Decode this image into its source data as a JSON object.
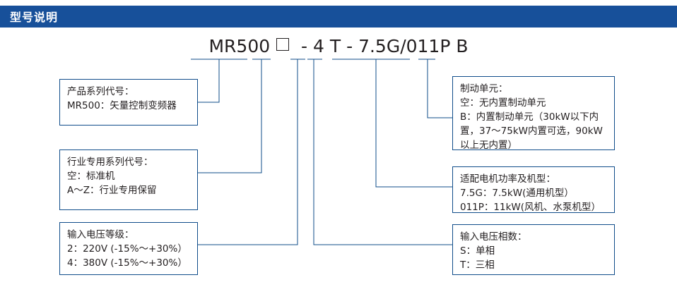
{
  "header": {
    "title": "型号说明",
    "background_color": "#17509A",
    "text_color": "#FFFFFF"
  },
  "line_color": "#0F4C8A",
  "model": {
    "full_string": "MR500 □ - 4 T - 7.5G/011P B",
    "segments": {
      "series": "MR500",
      "industry_box": "□",
      "dash1": "-",
      "voltage": "4",
      "phase": "T",
      "dash2": "-",
      "motor_power": "7.5G/011P",
      "braking": "B"
    }
  },
  "callouts": {
    "series": {
      "lines": [
        "产品系列代号：",
        "MR500：矢量控制变频器"
      ]
    },
    "industry": {
      "lines": [
        "行业专用系列代号：",
        "空：标准机",
        "A～Z：行业专用保留"
      ]
    },
    "voltage": {
      "lines": [
        "输入电压等级：",
        "2：220V (-15%～+30%）",
        "4：380V (-15%～+30%）"
      ]
    },
    "braking": {
      "lines": [
        "制动单元：",
        "空：无内置制动单元",
        "B：内置制动单元（30kW以下内置，37～75kW内置可选，90kW以上无内置）"
      ]
    },
    "motor_power": {
      "lines": [
        "适配电机功率及机型：",
        "7.5G：7.5kW(通用机型）",
        "011P：11kW(风机、水泵机型）"
      ]
    },
    "phase": {
      "lines": [
        "输入电压相数：",
        "S：单相",
        "T：三相"
      ]
    }
  }
}
